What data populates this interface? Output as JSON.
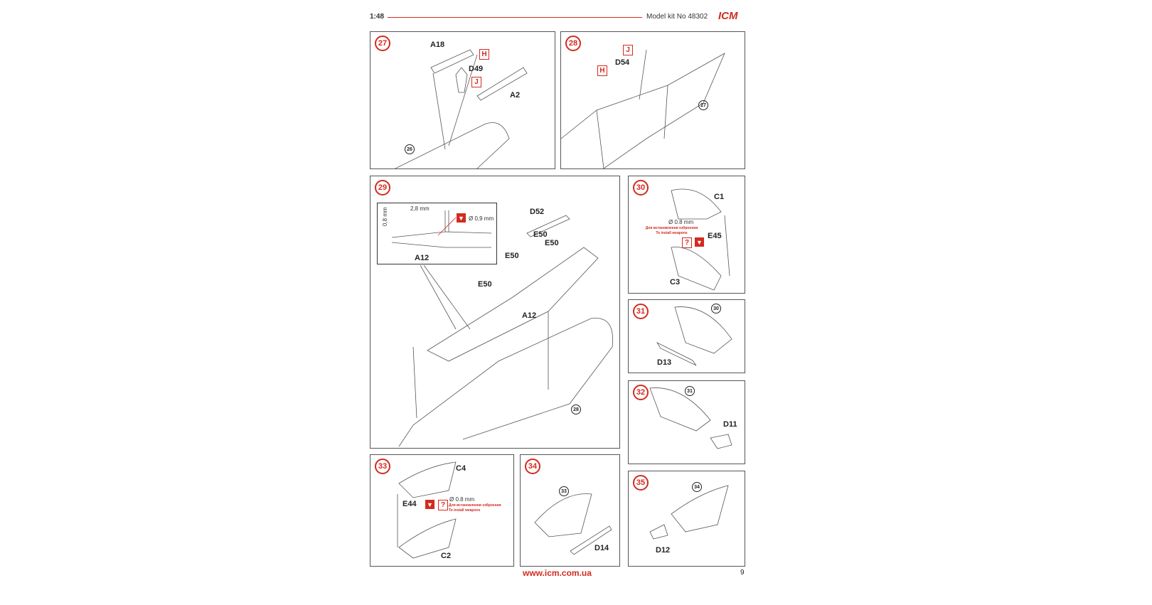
{
  "header": {
    "scale": "1:48",
    "kit": "Model kit No 48302",
    "logo": "ICM"
  },
  "footer": {
    "url": "www.icm.com.ua",
    "page": "9"
  },
  "colors": {
    "accent": "#d42a1f"
  },
  "steps": [
    {
      "num": "27",
      "labels": [
        "A18",
        "D49",
        "A2"
      ],
      "boxes": [
        "H",
        "J"
      ],
      "ref": "26"
    },
    {
      "num": "28",
      "labels": [
        "D54"
      ],
      "boxes": [
        "J",
        "H"
      ],
      "ref": "27"
    },
    {
      "num": "29",
      "labels": [
        "D52",
        "E50",
        "E50",
        "E50",
        "E50",
        "A12",
        "A12"
      ],
      "ref": "28",
      "dims": {
        "width": "2,8 mm",
        "height": "0,8 mm",
        "drill": "Ø 0,9 mm"
      }
    },
    {
      "num": "30",
      "labels": [
        "C1",
        "E45",
        "C3"
      ],
      "drill": "Ø 0.8 mm",
      "note_ua": "Для встановлення озброєння",
      "note_en": "To install weapons",
      "q": "?"
    },
    {
      "num": "31",
      "labels": [
        "D13"
      ],
      "ref": "30"
    },
    {
      "num": "32",
      "labels": [
        "D11"
      ],
      "ref": "31"
    },
    {
      "num": "33",
      "labels": [
        "C4",
        "E44",
        "C2"
      ],
      "drill": "Ø 0.8 mm",
      "note_ua": "Для встановлення озброєння",
      "note_en": "To install weapons",
      "q": "?"
    },
    {
      "num": "34",
      "labels": [
        "D14"
      ],
      "ref": "33"
    },
    {
      "num": "35",
      "labels": [
        "D12"
      ],
      "ref": "34"
    }
  ]
}
